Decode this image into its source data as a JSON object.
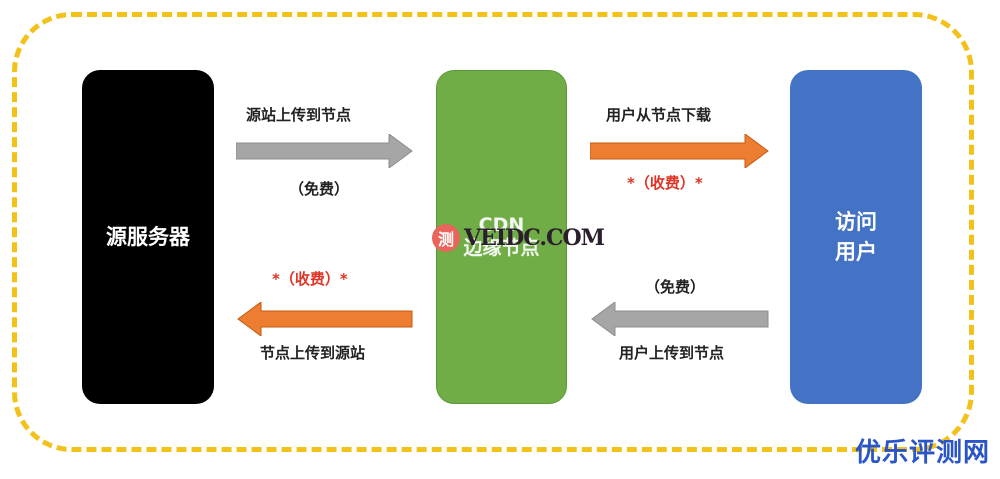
{
  "nodes": {
    "source": "源服务器",
    "edge_line1": "CDN",
    "edge_line2": "边缘节点",
    "user_line1": "访问",
    "user_line2": "用户"
  },
  "arrows": [
    {
      "id": "upload-to-edge",
      "label": "源站上传到节点",
      "fee": "（免费）",
      "direction": "right",
      "color": "#a6a6a6"
    },
    {
      "id": "user-download",
      "label": "用户从节点下载",
      "fee": "*（收费）*",
      "direction": "right",
      "color": "#ed7d31"
    },
    {
      "id": "edge-to-source",
      "label": "节点上传到源站",
      "fee": "*（收费）*",
      "direction": "left",
      "color": "#ed7d31"
    },
    {
      "id": "user-upload",
      "label": "用户上传到节点",
      "fee": "（免费）",
      "direction": "left",
      "color": "#a6a6a6"
    }
  ],
  "watermark": {
    "badge": "测",
    "text": "VEIDC.COM"
  },
  "brand": "优乐评测网",
  "colors": {
    "frame": "#f2c21b",
    "source": "#000000",
    "edge": "#70ad47",
    "user": "#4472c4",
    "free_arrow": "#a6a6a6",
    "paid_arrow": "#ed7d31",
    "paid_text": "#e03426"
  }
}
